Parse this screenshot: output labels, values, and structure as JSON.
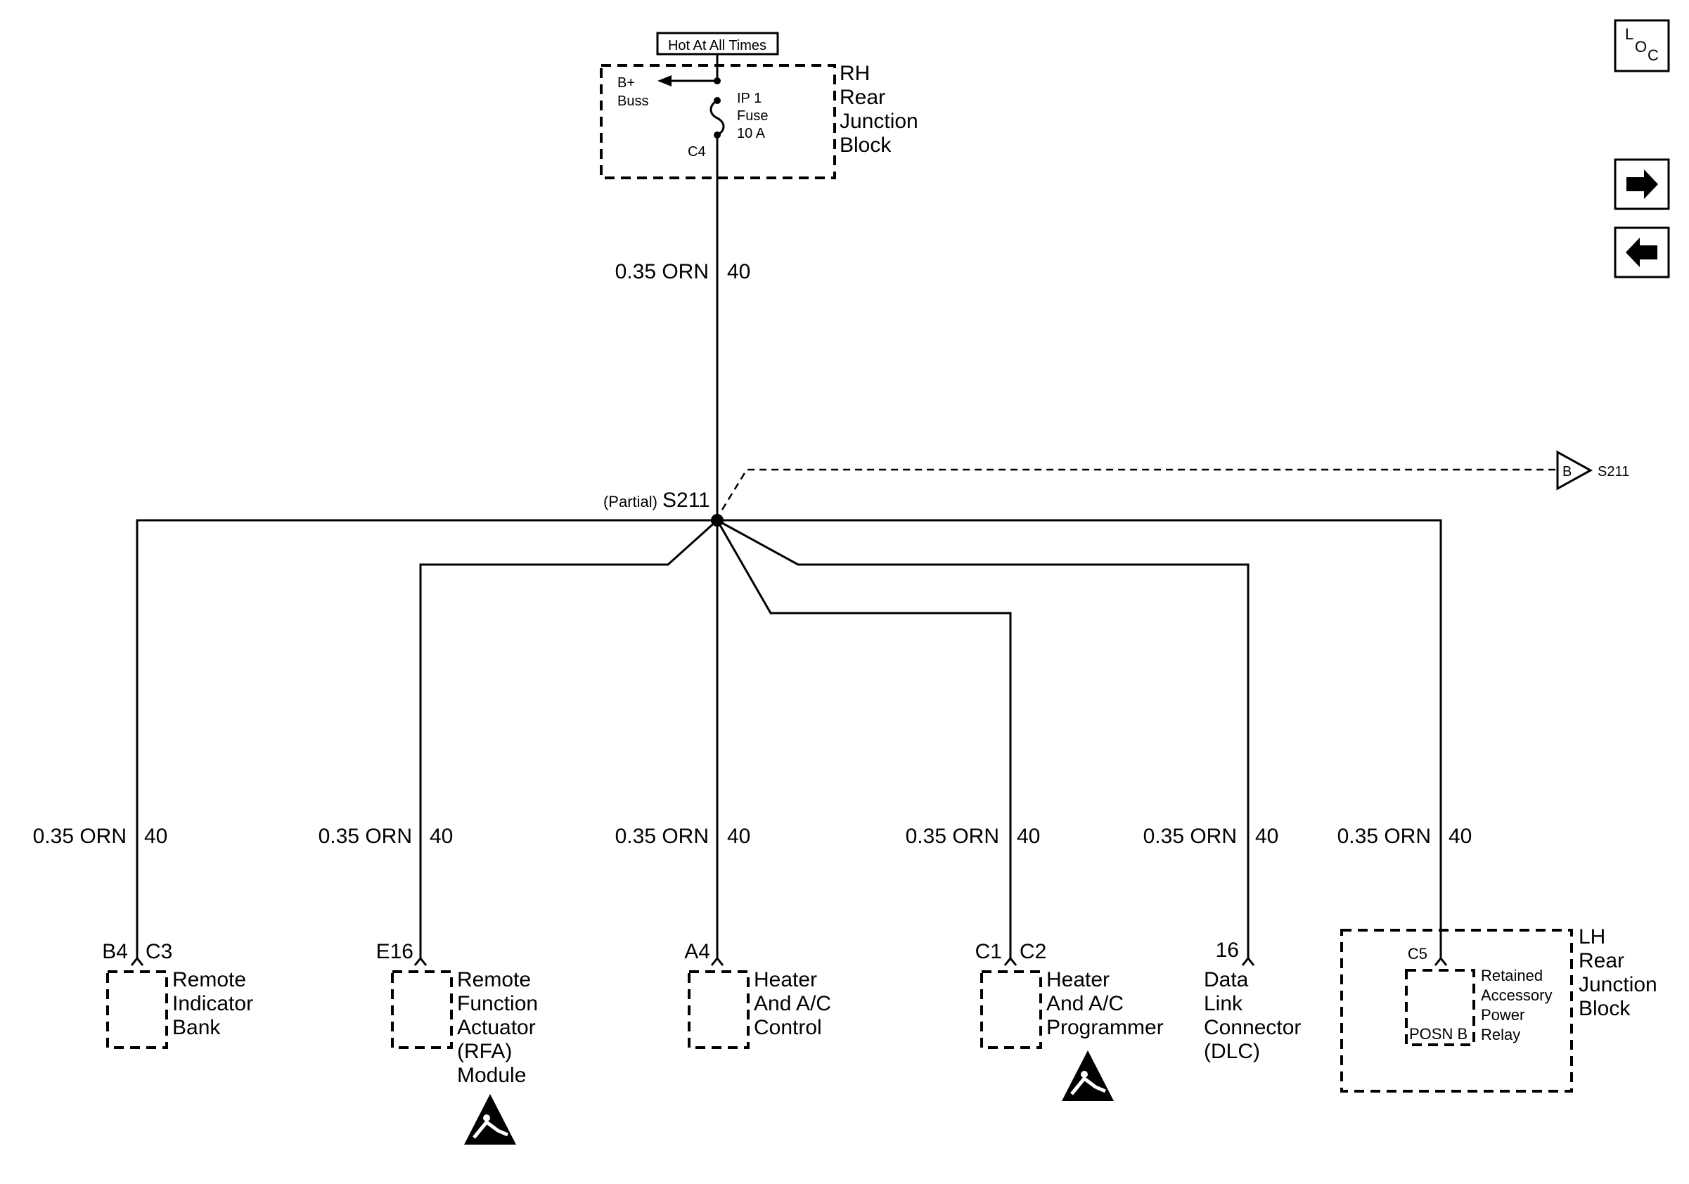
{
  "source": {
    "hot_label": "Hot At All Times",
    "bplus": "B+",
    "buss": "Buss",
    "fuse_line1": "IP 1",
    "fuse_line2": "Fuse",
    "fuse_line3": "10 A",
    "connector": "C4",
    "block_line1": "RH",
    "block_line2": "Rear",
    "block_line3": "Junction",
    "block_line4": "Block"
  },
  "main_wire": {
    "gauge_color": "0.35 ORN",
    "circuit": "40"
  },
  "splice": {
    "partial": "(Partial)",
    "name": "S211"
  },
  "offpage": {
    "letter": "B",
    "ref": "S211"
  },
  "nav": {
    "loc_l": "L",
    "loc_o": "O",
    "loc_c": "C"
  },
  "branches": [
    {
      "wire": "0.35 ORN",
      "circuit": "40",
      "pin": "B4",
      "conn": "C3",
      "name": [
        "Remote",
        "Indicator",
        "Bank"
      ]
    },
    {
      "wire": "0.35 ORN",
      "circuit": "40",
      "pin": "E16",
      "conn": "",
      "name": [
        "Remote",
        "Function",
        "Actuator",
        "(RFA)",
        "Module"
      ]
    },
    {
      "wire": "0.35 ORN",
      "circuit": "40",
      "pin": "A4",
      "conn": "",
      "name": [
        "Heater",
        "And A/C",
        "Control"
      ]
    },
    {
      "wire": "0.35 ORN",
      "circuit": "40",
      "pin": "C1",
      "conn": "C2",
      "name": [
        "Heater",
        "And A/C",
        "Programmer"
      ]
    },
    {
      "wire": "0.35 ORN",
      "circuit": "40",
      "pin": "16",
      "conn": "",
      "name": [
        "Data",
        "Link",
        "Connector",
        "(DLC)"
      ]
    },
    {
      "wire": "0.35 ORN",
      "circuit": "40",
      "pin": "C5",
      "conn": "",
      "name": [
        "LH",
        "Rear",
        "Junction",
        "Block"
      ],
      "relay": [
        "Retained",
        "Accessory",
        "Power",
        "Relay"
      ],
      "relay_pin": "POSN B"
    }
  ]
}
